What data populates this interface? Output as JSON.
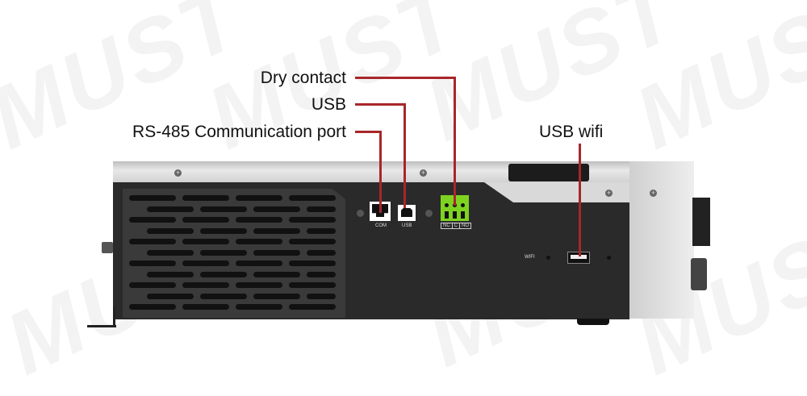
{
  "watermark": "MUST",
  "labels": {
    "dry_contact": "Dry contact",
    "usb": "USB",
    "rs485": "RS-485 Communication port",
    "usb_wifi": "USB wifi"
  },
  "panel": {
    "com": "COM",
    "usb": "USB",
    "terminal": [
      "NC",
      "C",
      "NO"
    ],
    "wifi": "WIFI"
  },
  "colors": {
    "leader_line": "#a8262a",
    "terminal": "#7ed321",
    "body": "#2a2a2a"
  }
}
